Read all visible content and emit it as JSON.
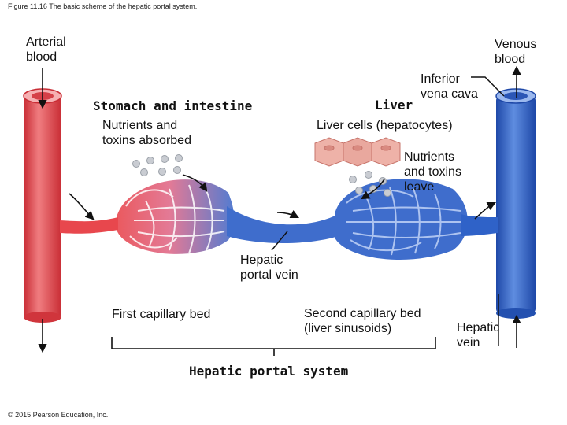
{
  "figure": {
    "caption": "Figure 11.16 The basic scheme of the hepatic portal system.",
    "copyright": "© 2015 Pearson Education, Inc."
  },
  "labels": {
    "arterial_blood": [
      "Arterial",
      "blood"
    ],
    "venous_blood": [
      "Venous",
      "blood"
    ],
    "inferior_vena_cava": [
      "Inferior",
      "vena cava"
    ],
    "liver": "Liver",
    "liver_cells": "Liver cells (hepatocytes)",
    "stomach_intestine": "Stomach and intestine",
    "nutrients_absorbed": [
      "Nutrients and",
      "toxins absorbed"
    ],
    "nutrients_leave": [
      "Nutrients",
      "and toxins",
      "leave"
    ],
    "hepatic_portal_vein": [
      "Hepatic",
      "portal vein"
    ],
    "first_capillary_bed": "First capillary bed",
    "second_capillary_bed": [
      "Second capillary bed",
      "(liver sinusoids)"
    ],
    "hepatic_vein": [
      "Hepatic",
      "vein"
    ],
    "hepatic_portal_system": "Hepatic portal system"
  },
  "colors": {
    "artery": "#e8474d",
    "artery_light": "#f49a9c",
    "vein": "#2f62c8",
    "vein_light": "#7fa6ea",
    "cell": "#e9a89e",
    "particle": "#c9ccd2"
  }
}
